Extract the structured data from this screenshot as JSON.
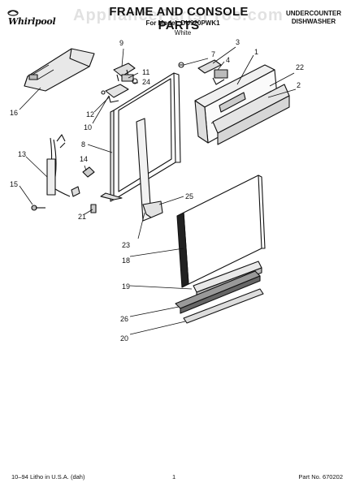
{
  "header": {
    "brand": "Whirlpool",
    "title": "FRAME AND CONSOLE PARTS",
    "model": "For Model: DU920PWK1",
    "color": "White",
    "product_line1": "UNDERCOUNTER",
    "product_line2": "DISHWASHER",
    "watermark": "AppliancePartsPros.com"
  },
  "callouts": {
    "c1": "1",
    "c2": "2",
    "c3": "3",
    "c4": "4",
    "c7": "7",
    "c8": "8",
    "c9": "9",
    "c10": "10",
    "c11": "11",
    "c12": "12",
    "c13": "13",
    "c14": "14",
    "c15": "15",
    "c16": "16",
    "c18": "18",
    "c19": "19",
    "c20": "20",
    "c21": "21",
    "c22": "22",
    "c23": "23",
    "c24": "24",
    "c25": "25",
    "c26": "26"
  },
  "footer": {
    "left": "10–94 Litho in U.S.A. (dah)",
    "page": "1",
    "part_number": "Part No. 670202"
  }
}
